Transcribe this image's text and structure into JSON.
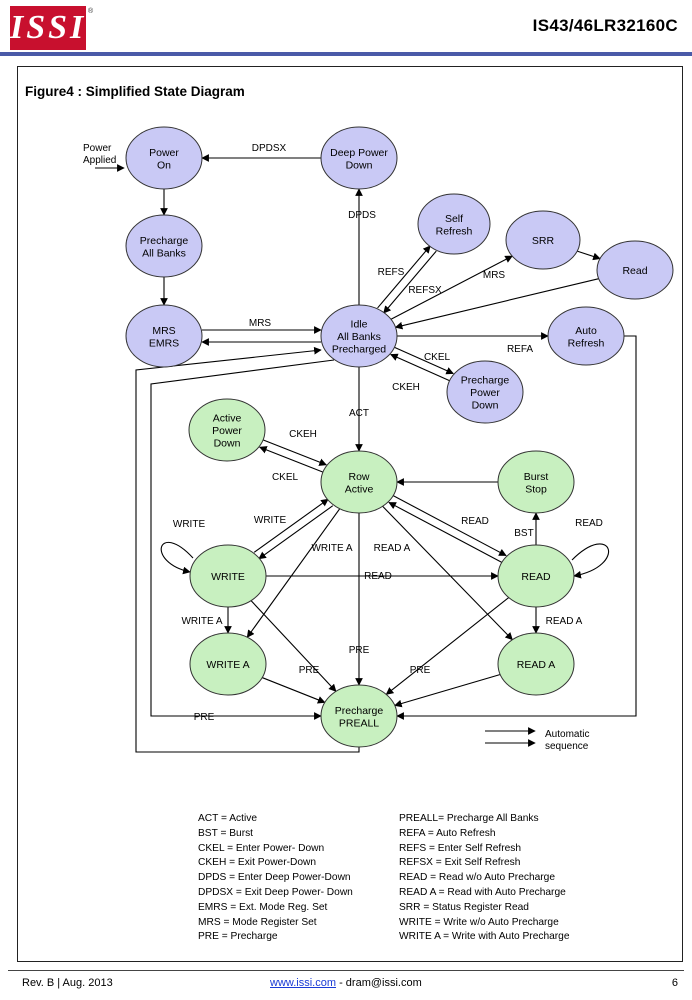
{
  "header": {
    "logo_text": "ISSI",
    "logo_mark": "®",
    "part_number": "IS43/46LR32160C"
  },
  "figure": {
    "title": "Figure4 : Simplified State Diagram"
  },
  "colors": {
    "purple_state": "#c9c9f5",
    "green_state": "#c8f0c0",
    "brand_red": "#c8102e",
    "header_rule": "#4a5aa8"
  },
  "states": {
    "power_on": [
      "Power",
      "On"
    ],
    "deep_power_down": [
      "Deep Power",
      "Down"
    ],
    "precharge_all_banks": [
      "Precharge",
      "All Banks"
    ],
    "self_refresh": [
      "Self",
      "Refresh"
    ],
    "srr": [
      "SRR"
    ],
    "read_status": [
      "Read"
    ],
    "mrs_emrs": [
      "MRS",
      "EMRS"
    ],
    "idle": [
      "Idle",
      "All Banks",
      "Precharged"
    ],
    "auto_refresh": [
      "Auto",
      "Refresh"
    ],
    "precharge_power_down": [
      "Precharge",
      "Power",
      "Down"
    ],
    "active_power_down": [
      "Active",
      "Power",
      "Down"
    ],
    "row_active": [
      "Row",
      "Active"
    ],
    "burst_stop": [
      "Burst",
      "Stop"
    ],
    "write": [
      "WRITE"
    ],
    "read": [
      "READ"
    ],
    "write_a": [
      "WRITE A"
    ],
    "read_a": [
      "READ A"
    ],
    "precharge_preall": [
      "Precharge",
      "PREALL"
    ]
  },
  "labels": {
    "power_applied": [
      "Power",
      "Applied"
    ],
    "dpdsx": "DPDSX",
    "dpds": "DPDS",
    "refs": "REFS",
    "refsx": "REFSX",
    "mrs_srr": "MRS",
    "mrs_left": "MRS",
    "refa": "REFA",
    "ckel_idle": "CKEL",
    "ckeh_idle": "CKEH",
    "act": "ACT",
    "ckeh_active": "CKEH",
    "ckel_active": "CKEL",
    "write_self": "WRITE",
    "write_to_row": "WRITE",
    "write_a_from_row": "WRITE A",
    "read_a_from_row": "READ A",
    "read_from_row": "READ",
    "bst": "BST",
    "read_self": "READ",
    "read_across": "READ",
    "write_a_down": "WRITE A",
    "read_a_down": "READ A",
    "pre_center": "PRE",
    "pre_from_write": "PRE",
    "pre_from_read": "PRE",
    "pre_left": "PRE",
    "automatic_sequence": [
      "Automatic",
      "sequence"
    ]
  },
  "legend": {
    "left": [
      "ACT = Active",
      "BST = Burst",
      "CKEL = Enter Power- Down",
      "CKEH = Exit Power-Down",
      "DPDS = Enter Deep Power-Down",
      "DPDSX = Exit Deep Power- Down",
      "EMRS = Ext. Mode Reg. Set",
      "MRS = Mode Register Set",
      "PRE = Precharge"
    ],
    "right": [
      "PREALL=  Precharge All Banks",
      "REFA = Auto Refresh",
      "REFS = Enter Self Refresh",
      "REFSX = Exit Self Refresh",
      "READ = Read w/o Auto Precharge",
      "READ A = Read with Auto Precharge",
      "SRR = Status Register Read",
      "WRITE  = Write w/o Auto Precharge",
      "WRITE A = Write with Auto Precharge"
    ]
  },
  "footer": {
    "revision": "Rev. B | Aug.  2013",
    "link": "www.issi.com",
    "contact": " - dram@issi.com",
    "page": "6"
  }
}
